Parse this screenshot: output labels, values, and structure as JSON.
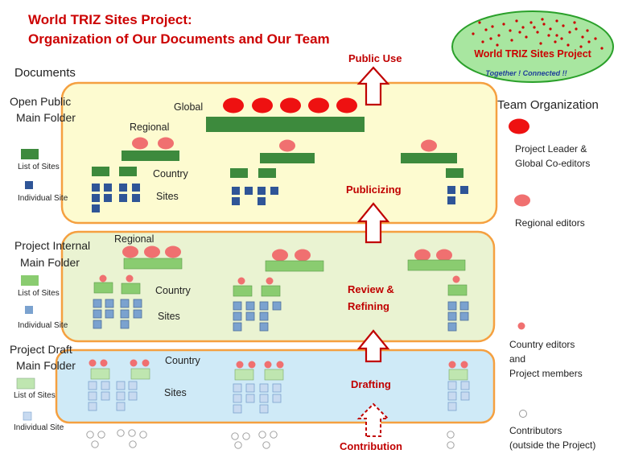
{
  "title": {
    "line1": "World TRIZ Sites Project:",
    "line2": "Organization of Our Documents and Our Team"
  },
  "logo": {
    "name": "World TRIZ Sites Project",
    "tagline": "Together ! Connected !!"
  },
  "headers": {
    "documents": "Documents",
    "team": "Team Organization"
  },
  "tiers": {
    "public": {
      "name_line1": "Open Public",
      "name_line2": "Main Folder",
      "global_label": "Global",
      "regional_label": "Regional",
      "country_label": "Country",
      "sites_label": "Sites",
      "legend_list": "List of Sites",
      "legend_individual": "Individual Site",
      "process": "Publicizing"
    },
    "internal": {
      "name_line1": "Project Internal",
      "name_line2": "Main Folder",
      "regional_label": "Regional",
      "country_label": "Country",
      "sites_label": "Sites",
      "legend_list": "List of Sites",
      "legend_individual": "Individual Site",
      "process_line1": "Review &",
      "process_line2": "Refining"
    },
    "draft": {
      "name_line1": "Project Draft",
      "name_line2": "Main Folder",
      "country_label": "Country",
      "sites_label": "Sites",
      "legend_list": "List of Sites",
      "legend_individual": "Individual Site",
      "process": "Drafting"
    }
  },
  "flow": {
    "public_use": "Public Use",
    "contribution": "Contribution"
  },
  "team_legend": {
    "leader_line1": "Project Leader &",
    "leader_line2": "Global Co-editors",
    "regional": "Regional editors",
    "country_line1": "Country editors",
    "country_line2": "and",
    "country_line3": "Project  members",
    "contrib_line1": "Contributors",
    "contrib_line2": "(outside the Project)"
  },
  "colors": {
    "title_red": "#cc0000",
    "folder_border": "#f5a040",
    "public_fill": "#fdfbd0",
    "internal_fill": "#eaf3d2",
    "draft_fill": "#cfeaf7",
    "green_dark": "#3d8a3d",
    "green_mid": "#8acc70",
    "green_light": "#bfe6b0",
    "site_dark": "#2f5597",
    "site_mid": "#7ba2cf",
    "site_light": "#c8daf0",
    "red_large": "#ee1111",
    "red_regional": "#f07070",
    "arrow_red": "#c00000"
  }
}
